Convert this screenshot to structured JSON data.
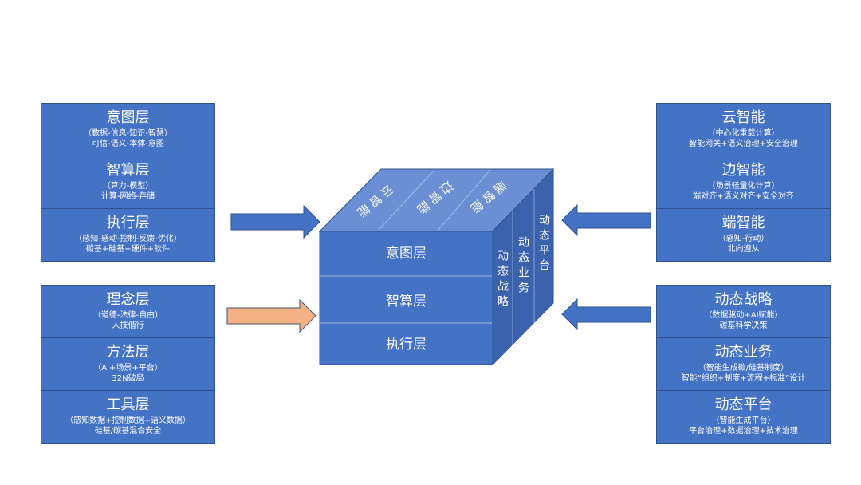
{
  "colors": {
    "box_fill": "#4472C4",
    "box_border": "#2F528F",
    "highlight_arrow": "#F4B183",
    "cube_top": "#6A8FD4",
    "cube_side": "#3A62AD"
  },
  "left_top_group": [
    {
      "title": "意图层",
      "sub1": "（数据-信息-知识-智慧）",
      "sub2": "可信-语义-本体-意图"
    },
    {
      "title": "智算层",
      "sub1": "（算力-模型）",
      "sub2": "计算-网络-存储"
    },
    {
      "title": "执行层",
      "sub1": "（感知-感动-控制-反馈-优化）",
      "sub2": "碳基+硅基+硬件+软件"
    }
  ],
  "left_bottom_group": [
    {
      "title": "理念层",
      "sub1": "（道德-法律-自由）",
      "sub2": "人技偕行"
    },
    {
      "title": "方法层",
      "sub1": "（AI+场景+平台）",
      "sub2": "32N破局"
    },
    {
      "title": "工具层",
      "sub1": "（感知数据+控制数据+语义数据）",
      "sub2": "硅基/碳基混合安全"
    }
  ],
  "right_top_group": [
    {
      "title": "云智能",
      "sub1": "（中心化重载计算）",
      "sub2": "智能网关+语义治理+安全治理"
    },
    {
      "title": "边智能",
      "sub1": "（场景轻量化计算）",
      "sub2": "端对齐+语义对齐+安全对齐"
    },
    {
      "title": "端智能",
      "sub1": "（感知-行动）",
      "sub2": "北向遵从"
    }
  ],
  "right_bottom_group": [
    {
      "title": "动态战略",
      "sub1": "（数据驱动+AI赋能）",
      "sub2": "碳基科学决策"
    },
    {
      "title": "动态业务",
      "sub1": "（智能生成碳/硅基制度）",
      "sub2": "智能“组织+制度+流程+标准”设计"
    },
    {
      "title": "动态平台",
      "sub1": "（智能生成平台）",
      "sub2": "平台治理+数据治理+技术治理"
    }
  ],
  "cube": {
    "front": [
      "意图层",
      "智算层",
      "执行层"
    ],
    "top": [
      "云智能",
      "边智能",
      "端智能"
    ],
    "side": [
      "动态战略",
      "动态业务",
      "动态平台"
    ]
  }
}
